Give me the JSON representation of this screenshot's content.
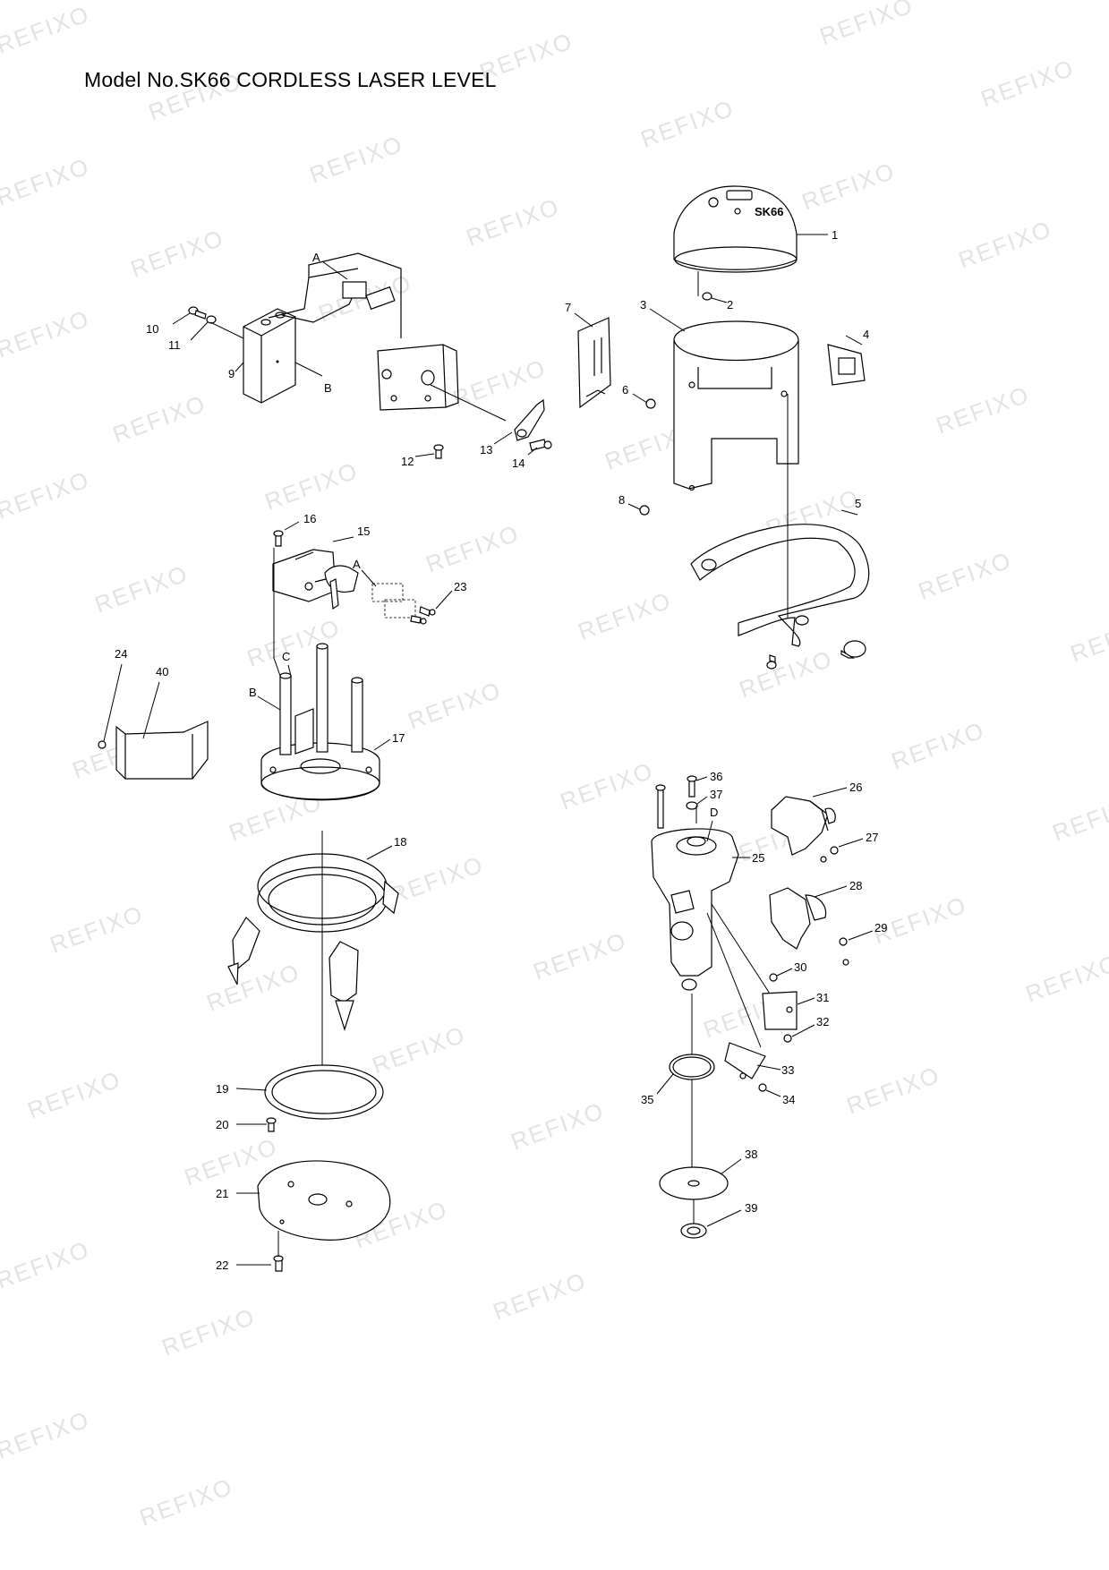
{
  "title": "Model No.SK66 CORDLESS LASER LEVEL",
  "watermark": "REFIXO",
  "cap_marking": "SK66",
  "part_numbers": [
    "1",
    "2",
    "3",
    "4",
    "5",
    "6",
    "7",
    "8",
    "9",
    "10",
    "11",
    "12",
    "13",
    "14",
    "15",
    "16",
    "17",
    "18",
    "19",
    "20",
    "21",
    "22",
    "23",
    "24",
    "25",
    "26",
    "27",
    "28",
    "29",
    "30",
    "31",
    "32",
    "33",
    "34",
    "35",
    "36",
    "37",
    "38",
    "39",
    "40"
  ],
  "connection_labels": [
    "A",
    "B",
    "A",
    "C",
    "B",
    "D"
  ]
}
